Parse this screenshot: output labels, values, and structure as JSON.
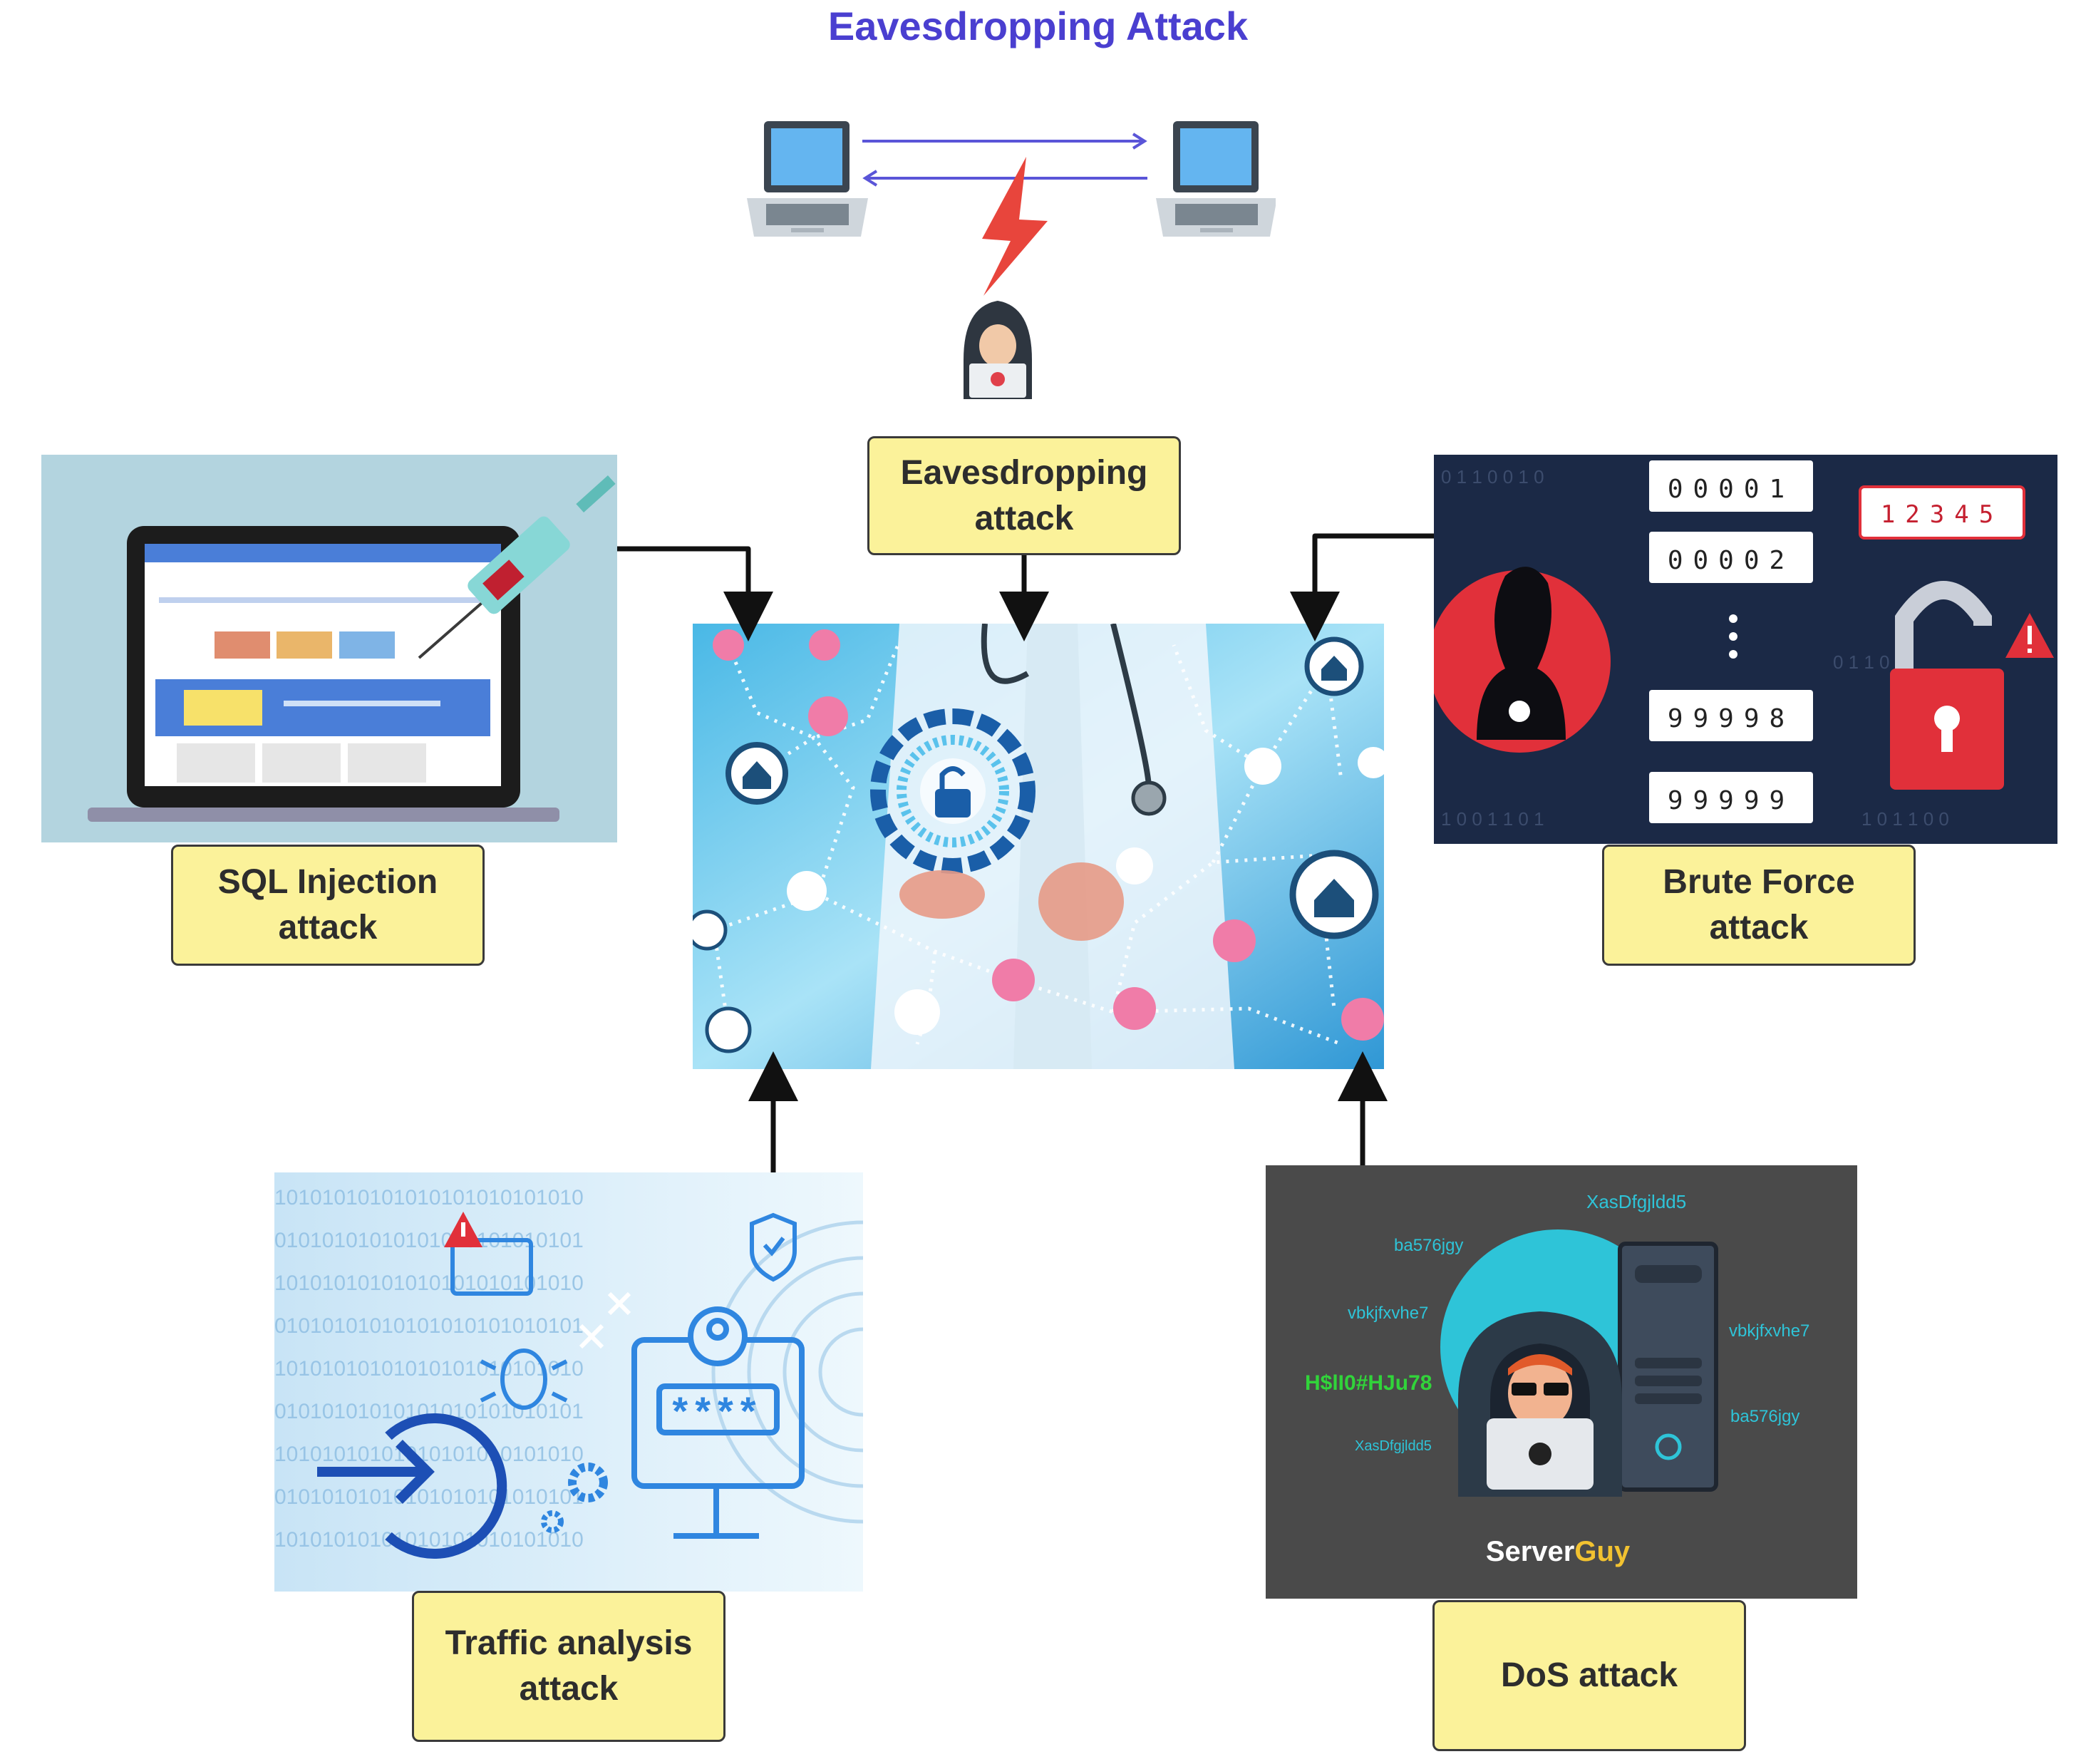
{
  "title": "Eavesdropping Attack",
  "labels": {
    "eavesdropping": [
      "Eavesdropping",
      "attack"
    ],
    "sql": [
      "SQL Injection",
      "attack"
    ],
    "brute": [
      "Brute Force",
      "attack"
    ],
    "traffic": [
      "Traffic analysis",
      "attack"
    ],
    "dos": "DoS attack"
  },
  "brute_force": {
    "codes": [
      "00001",
      "00002",
      "99998",
      "99999"
    ],
    "lock_code": "12345"
  },
  "dos": {
    "strings": [
      "XasDfgjldd5",
      "ba576jgy",
      "vbkjfxvhe7",
      "H$lI0#HJu78",
      "XasDfgjldd5",
      "vbkjfxvhe7",
      "ba576jgy"
    ],
    "brand_a": "Server",
    "brand_b": "Guy"
  },
  "traffic": {
    "password_mask": "****"
  },
  "colors": {
    "title": "#4a3fd0",
    "label_fill": "#fbf29a",
    "lightning": "#e8453c",
    "dos_green": "#31d43a",
    "dos_cyan": "#2ec4d8"
  }
}
